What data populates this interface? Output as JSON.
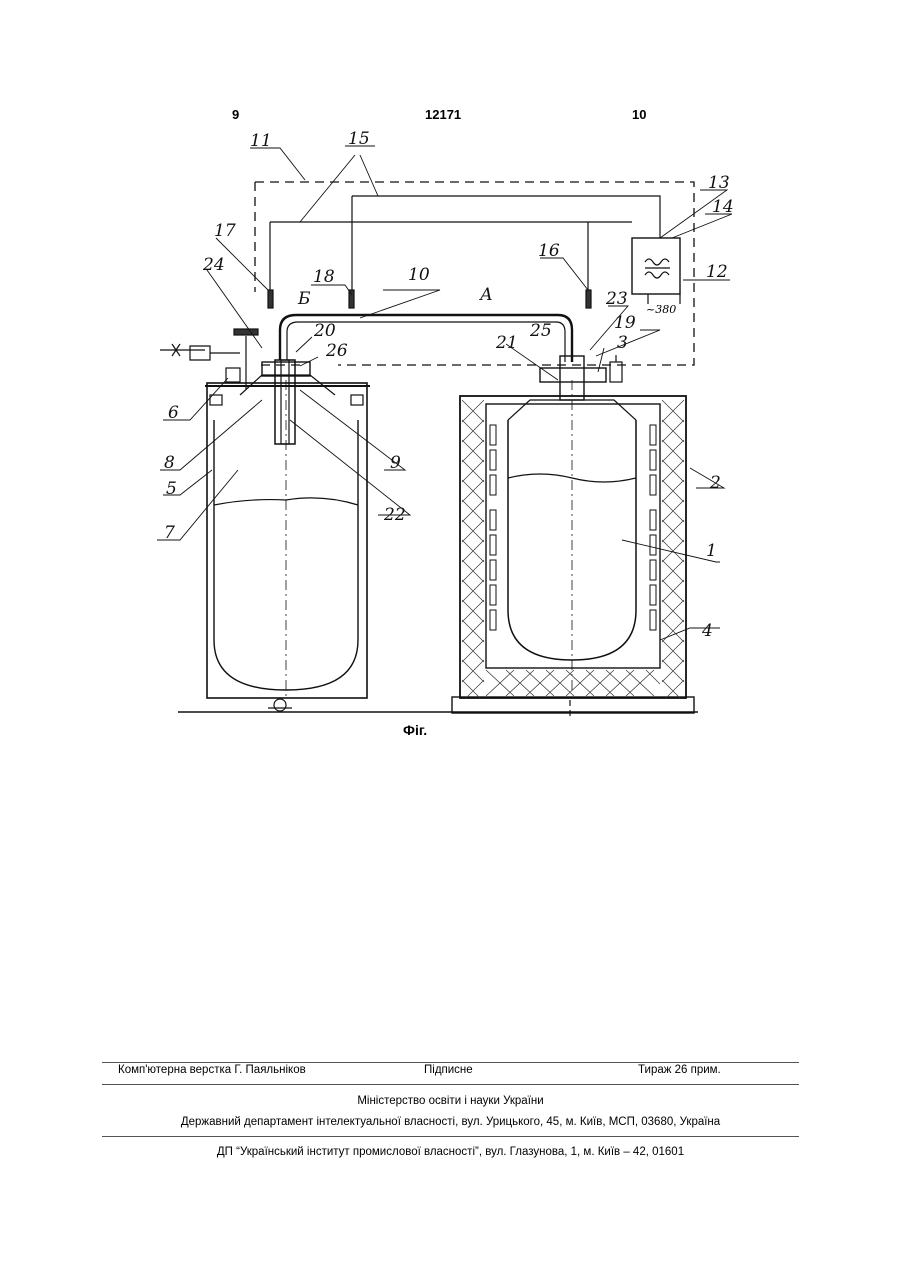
{
  "header": {
    "page_left": "9",
    "doc_number": "12171",
    "page_right": "10"
  },
  "figure": {
    "caption": "Фіг.",
    "labels": [
      "1",
      "2",
      "3",
      "4",
      "5",
      "6",
      "7",
      "8",
      "9",
      "10",
      "11",
      "12",
      "13",
      "14",
      "15",
      "16",
      "17",
      "18",
      "19",
      "20",
      "21",
      "22",
      "23",
      "24",
      "25",
      "26",
      "А",
      "Б"
    ],
    "voltage": "~380"
  },
  "footer": {
    "left": "Комп'ютерна верстка Г. Паяльніков",
    "center": "Підписне",
    "right": "Тираж 26 прим.",
    "ministry": "Міністерство освіти і науки України",
    "department": "Державний департамент інтелектуальної власності, вул. Урицького, 45, м. Київ, МСП, 03680, Україна",
    "institute": "ДП “Український інститут промислової власності”, вул. Глазунова, 1, м. Київ – 42, 01601"
  }
}
